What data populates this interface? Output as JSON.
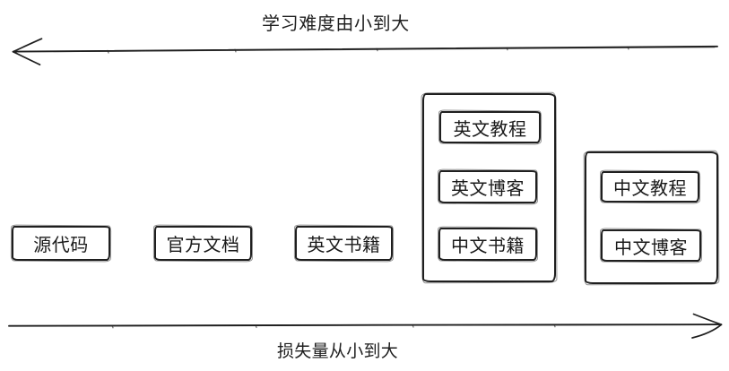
{
  "axes": {
    "top": {
      "label": "学习难度由小到大",
      "direction": "left"
    },
    "bottom": {
      "label": "损失量从小到大",
      "direction": "right"
    }
  },
  "boxes": [
    {
      "label": "源代码"
    },
    {
      "label": "官方文档"
    },
    {
      "label": "英文书籍"
    }
  ],
  "groups": [
    {
      "items": [
        {
          "label": "英文教程"
        },
        {
          "label": "英文博客"
        },
        {
          "label": "中文书籍"
        }
      ]
    },
    {
      "items": [
        {
          "label": "中文教程"
        },
        {
          "label": "中文博客"
        }
      ]
    }
  ],
  "colors": {
    "stroke": "#1f1f1f",
    "background": "#ffffff",
    "text": "#1a1a1a"
  }
}
